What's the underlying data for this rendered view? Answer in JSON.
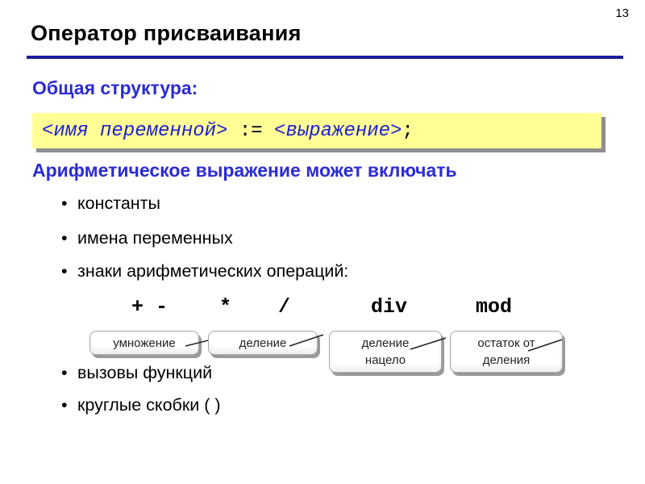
{
  "page_number": "13",
  "title": "Оператор присваивания",
  "section_heading": "Общая структура:",
  "syntax": {
    "var_part": "<имя переменной>",
    "op_part": " := ",
    "expr_part": "<выражение>",
    "end_part": ";"
  },
  "arith_heading": "Арифметическое выражение может включать",
  "bullets": {
    "b1": "константы",
    "b2": "имена переменных",
    "b3": "знаки арифметических операций:",
    "b4": "вызовы функций",
    "b5": "круглые скобки ( )"
  },
  "bullet_marker": "•",
  "operators": {
    "plus_minus": "+ -",
    "mult": "*",
    "div_slash": "/",
    "div_word": "div",
    "mod_word": "mod"
  },
  "callouts": {
    "mult": "умножение",
    "div": "деление",
    "intdiv_line1": "деление",
    "intdiv_line2": "нацело",
    "mod_line1": "остаток от",
    "mod_line2": "деления"
  },
  "colors": {
    "accent_blue": "#2b2bd6",
    "title_rule": "#1e1e9c",
    "syntax_bg": "#ffff96"
  }
}
